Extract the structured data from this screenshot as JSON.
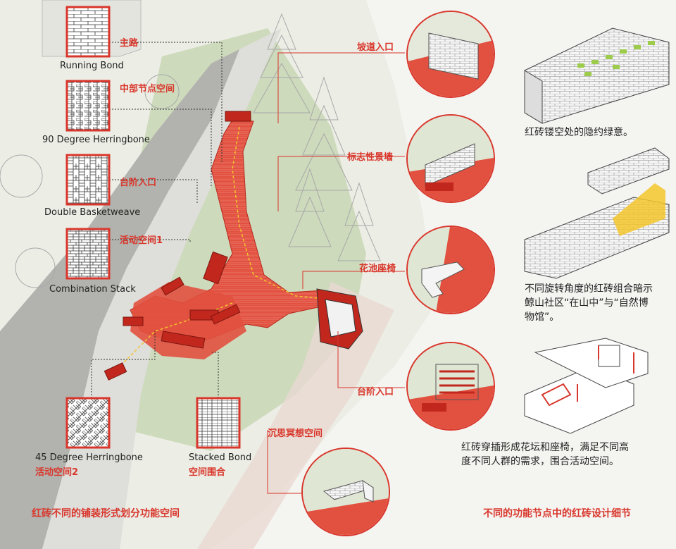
{
  "colors": {
    "brick_red": "#d9362b",
    "path_red": "#e2503f",
    "vegetation": "#b9c9a4",
    "road": "#a7a7a3",
    "highlight_yellow": "#f3c62c",
    "greenery": "#9ccc4a"
  },
  "patterns": [
    {
      "name": "Running Bond",
      "function": "主路"
    },
    {
      "name": "90 Degree Herringbone",
      "function": "中部节点空间"
    },
    {
      "name": "Double Basketweave",
      "function": "台阶入口"
    },
    {
      "name": "Combination Stack",
      "function": "活动空间1"
    },
    {
      "name": "45 Degree Herringbone",
      "function": "活动空间2"
    },
    {
      "name": "Stacked Bond",
      "function": "空间围合"
    }
  ],
  "nodes": [
    {
      "label": "坡道入口",
      "icon": "brick-wall-detail-icon"
    },
    {
      "label": "标志性景墙",
      "icon": "landmark-wall-detail-icon"
    },
    {
      "label": "花池座椅",
      "icon": "planter-bench-detail-icon"
    },
    {
      "label": "台阶入口",
      "icon": "stair-entrance-detail-icon"
    },
    {
      "label": "沉思冥想空间",
      "icon": "meditation-space-detail-icon"
    }
  ],
  "notes": {
    "note1": "红砖镂空处的隐约绿意。",
    "note2": [
      "不同旋转角度的红砖组合暗示",
      "鲸山社区“在山中”与“自然博",
      "物馆”。"
    ],
    "note3": [
      "红砖穿插形成花坛和座椅，满足不同高",
      "度不同人群的需求，围合活动空间。"
    ]
  },
  "footer": {
    "left": "红砖不同的铺装形式划分功能空间",
    "right": "不同的功能节点中的红砖设计细节"
  }
}
